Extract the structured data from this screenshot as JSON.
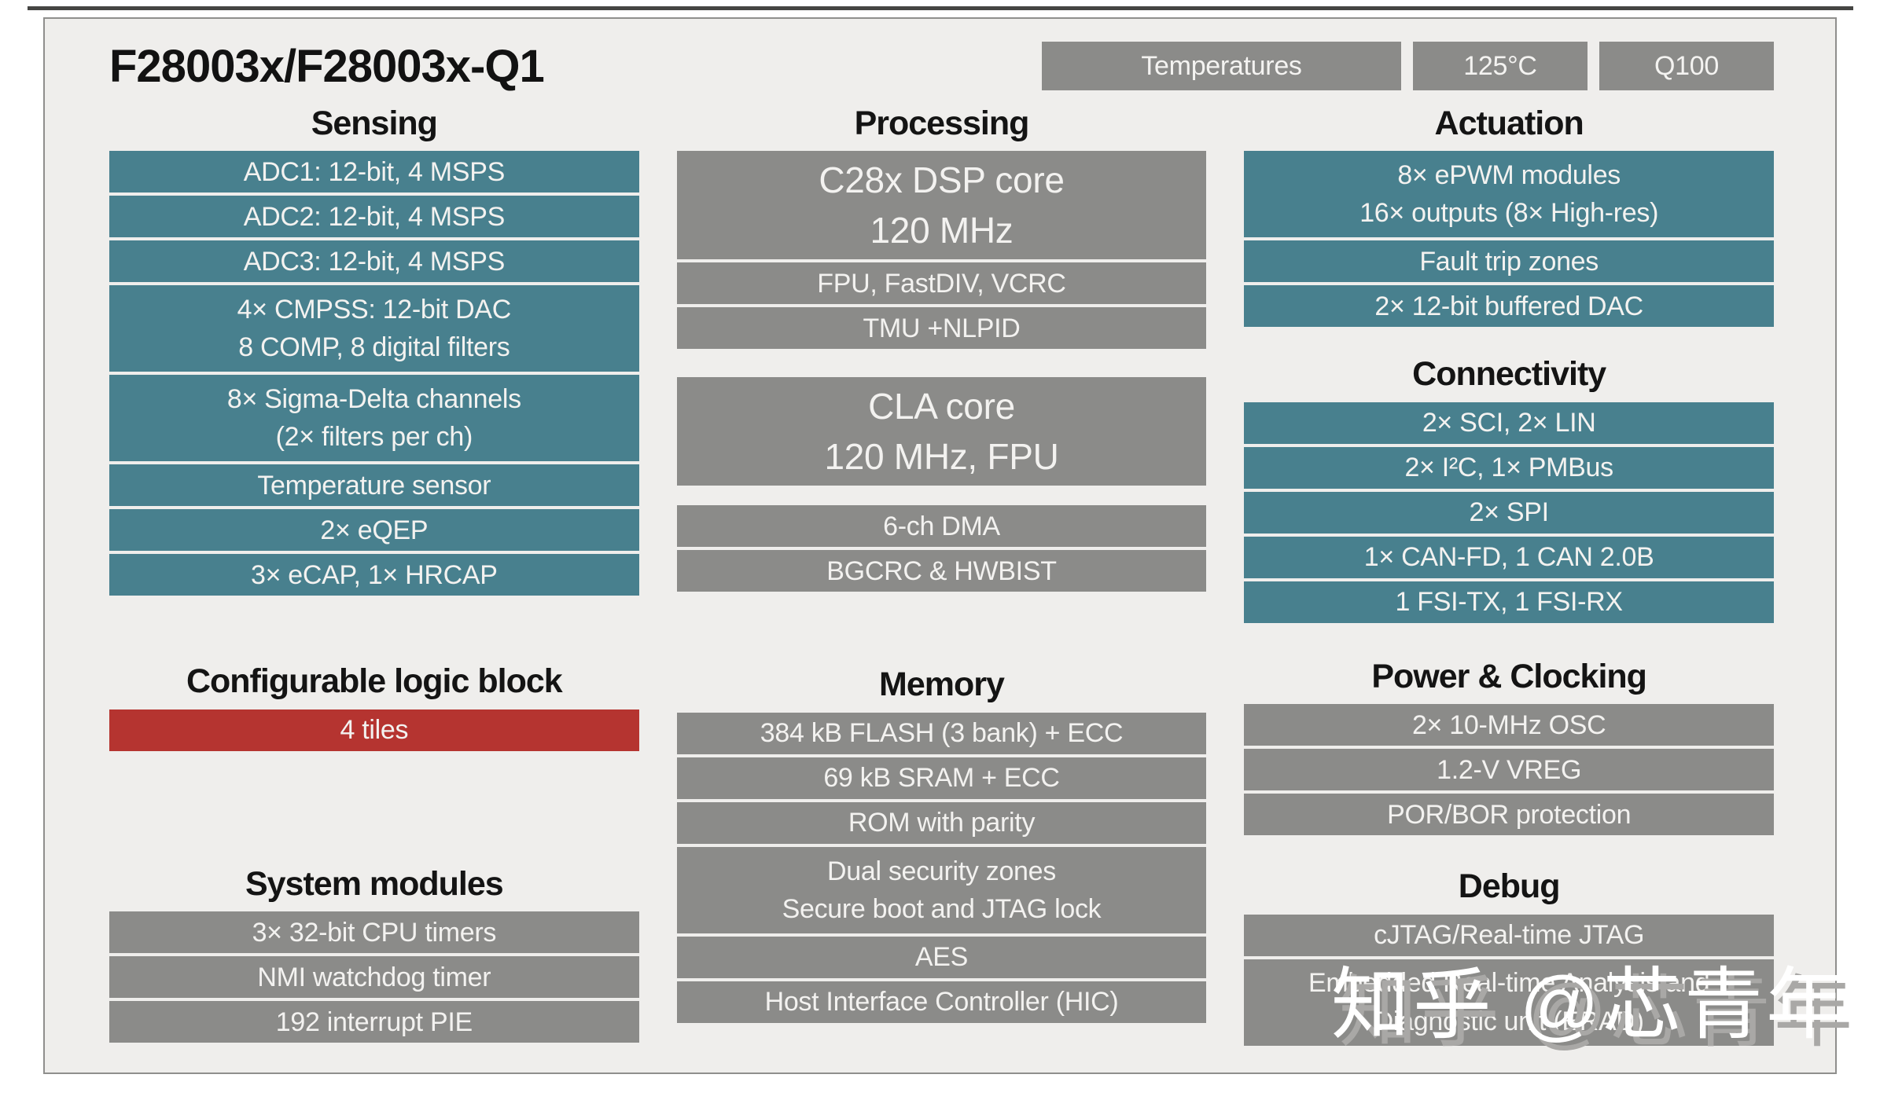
{
  "header": {
    "title": "F28003x/F28003x-Q1",
    "badges": [
      {
        "label": "Temperatures"
      },
      {
        "label": "125°C"
      },
      {
        "label": "Q100"
      }
    ]
  },
  "colors": {
    "teal": "#48808E",
    "gray": "#8B8B89",
    "red": "#B53430",
    "panel_bg": "#EFEEEC",
    "box_text": "#F3F2F0"
  },
  "sensing": {
    "title": "Sensing",
    "rows": [
      {
        "lines": [
          "ADC1: 12-bit, 4 MSPS"
        ]
      },
      {
        "lines": [
          "ADC2: 12-bit, 4 MSPS"
        ]
      },
      {
        "lines": [
          "ADC3: 12-bit, 4 MSPS"
        ]
      },
      {
        "lines": [
          "4× CMPSS: 12-bit DAC",
          "8 COMP, 8 digital filters"
        ]
      },
      {
        "lines": [
          "8× Sigma-Delta channels",
          "(2× filters per ch)"
        ]
      },
      {
        "lines": [
          "Temperature sensor"
        ]
      },
      {
        "lines": [
          "2× eQEP"
        ]
      },
      {
        "lines": [
          "3× eCAP, 1× HRCAP"
        ]
      }
    ]
  },
  "clb": {
    "title": "Configurable logic block",
    "rows": [
      {
        "lines": [
          "4 tiles"
        ]
      }
    ]
  },
  "system_modules": {
    "title": "System modules",
    "rows": [
      {
        "lines": [
          "3× 32-bit CPU timers"
        ]
      },
      {
        "lines": [
          "NMI watchdog timer"
        ]
      },
      {
        "lines": [
          "192 interrupt PIE"
        ]
      }
    ]
  },
  "processing": {
    "title": "Processing",
    "rows": [
      {
        "lines": [
          "C28x DSP core",
          "120 MHz"
        ]
      },
      {
        "lines": [
          "FPU, FastDIV, VCRC"
        ]
      },
      {
        "lines": [
          "TMU +NLPID"
        ]
      },
      {
        "lines": [
          "CLA core",
          "120 MHz, FPU"
        ]
      },
      {
        "lines": [
          "6-ch DMA"
        ]
      },
      {
        "lines": [
          "BGCRC & HWBIST"
        ]
      }
    ]
  },
  "memory": {
    "title": "Memory",
    "rows": [
      {
        "lines": [
          "384 kB FLASH (3 bank) + ECC"
        ]
      },
      {
        "lines": [
          "69 kB SRAM + ECC"
        ]
      },
      {
        "lines": [
          "ROM with parity"
        ]
      },
      {
        "lines": [
          "Dual security zones",
          "Secure boot and JTAG lock"
        ]
      },
      {
        "lines": [
          "AES"
        ]
      },
      {
        "lines": [
          "Host Interface Controller (HIC)"
        ]
      }
    ]
  },
  "actuation": {
    "title": "Actuation",
    "rows": [
      {
        "lines": [
          "8× ePWM modules",
          "16× outputs (8× High-res)"
        ]
      },
      {
        "lines": [
          "Fault trip zones"
        ]
      },
      {
        "lines": [
          "2× 12-bit buffered DAC"
        ]
      }
    ]
  },
  "connectivity": {
    "title": "Connectivity",
    "rows": [
      {
        "lines": [
          "2× SCI, 2× LIN"
        ]
      },
      {
        "lines": [
          "2× I²C, 1× PMBus"
        ]
      },
      {
        "lines": [
          "2× SPI"
        ]
      },
      {
        "lines": [
          "1× CAN-FD, 1 CAN 2.0B"
        ]
      },
      {
        "lines": [
          "1 FSI-TX, 1 FSI-RX"
        ]
      }
    ]
  },
  "power": {
    "title": "Power & Clocking",
    "rows": [
      {
        "lines": [
          "2× 10-MHz OSC"
        ]
      },
      {
        "lines": [
          "1.2-V VREG"
        ]
      },
      {
        "lines": [
          "POR/BOR protection"
        ]
      }
    ]
  },
  "debug": {
    "title": "Debug",
    "rows": [
      {
        "lines": [
          "cJTAG/Real-time JTAG"
        ]
      },
      {
        "lines": [
          "Embedded Real-time Analysis and",
          "Diagnostic unit (ERAD)"
        ]
      }
    ]
  },
  "watermark": "知乎 @芯青年"
}
